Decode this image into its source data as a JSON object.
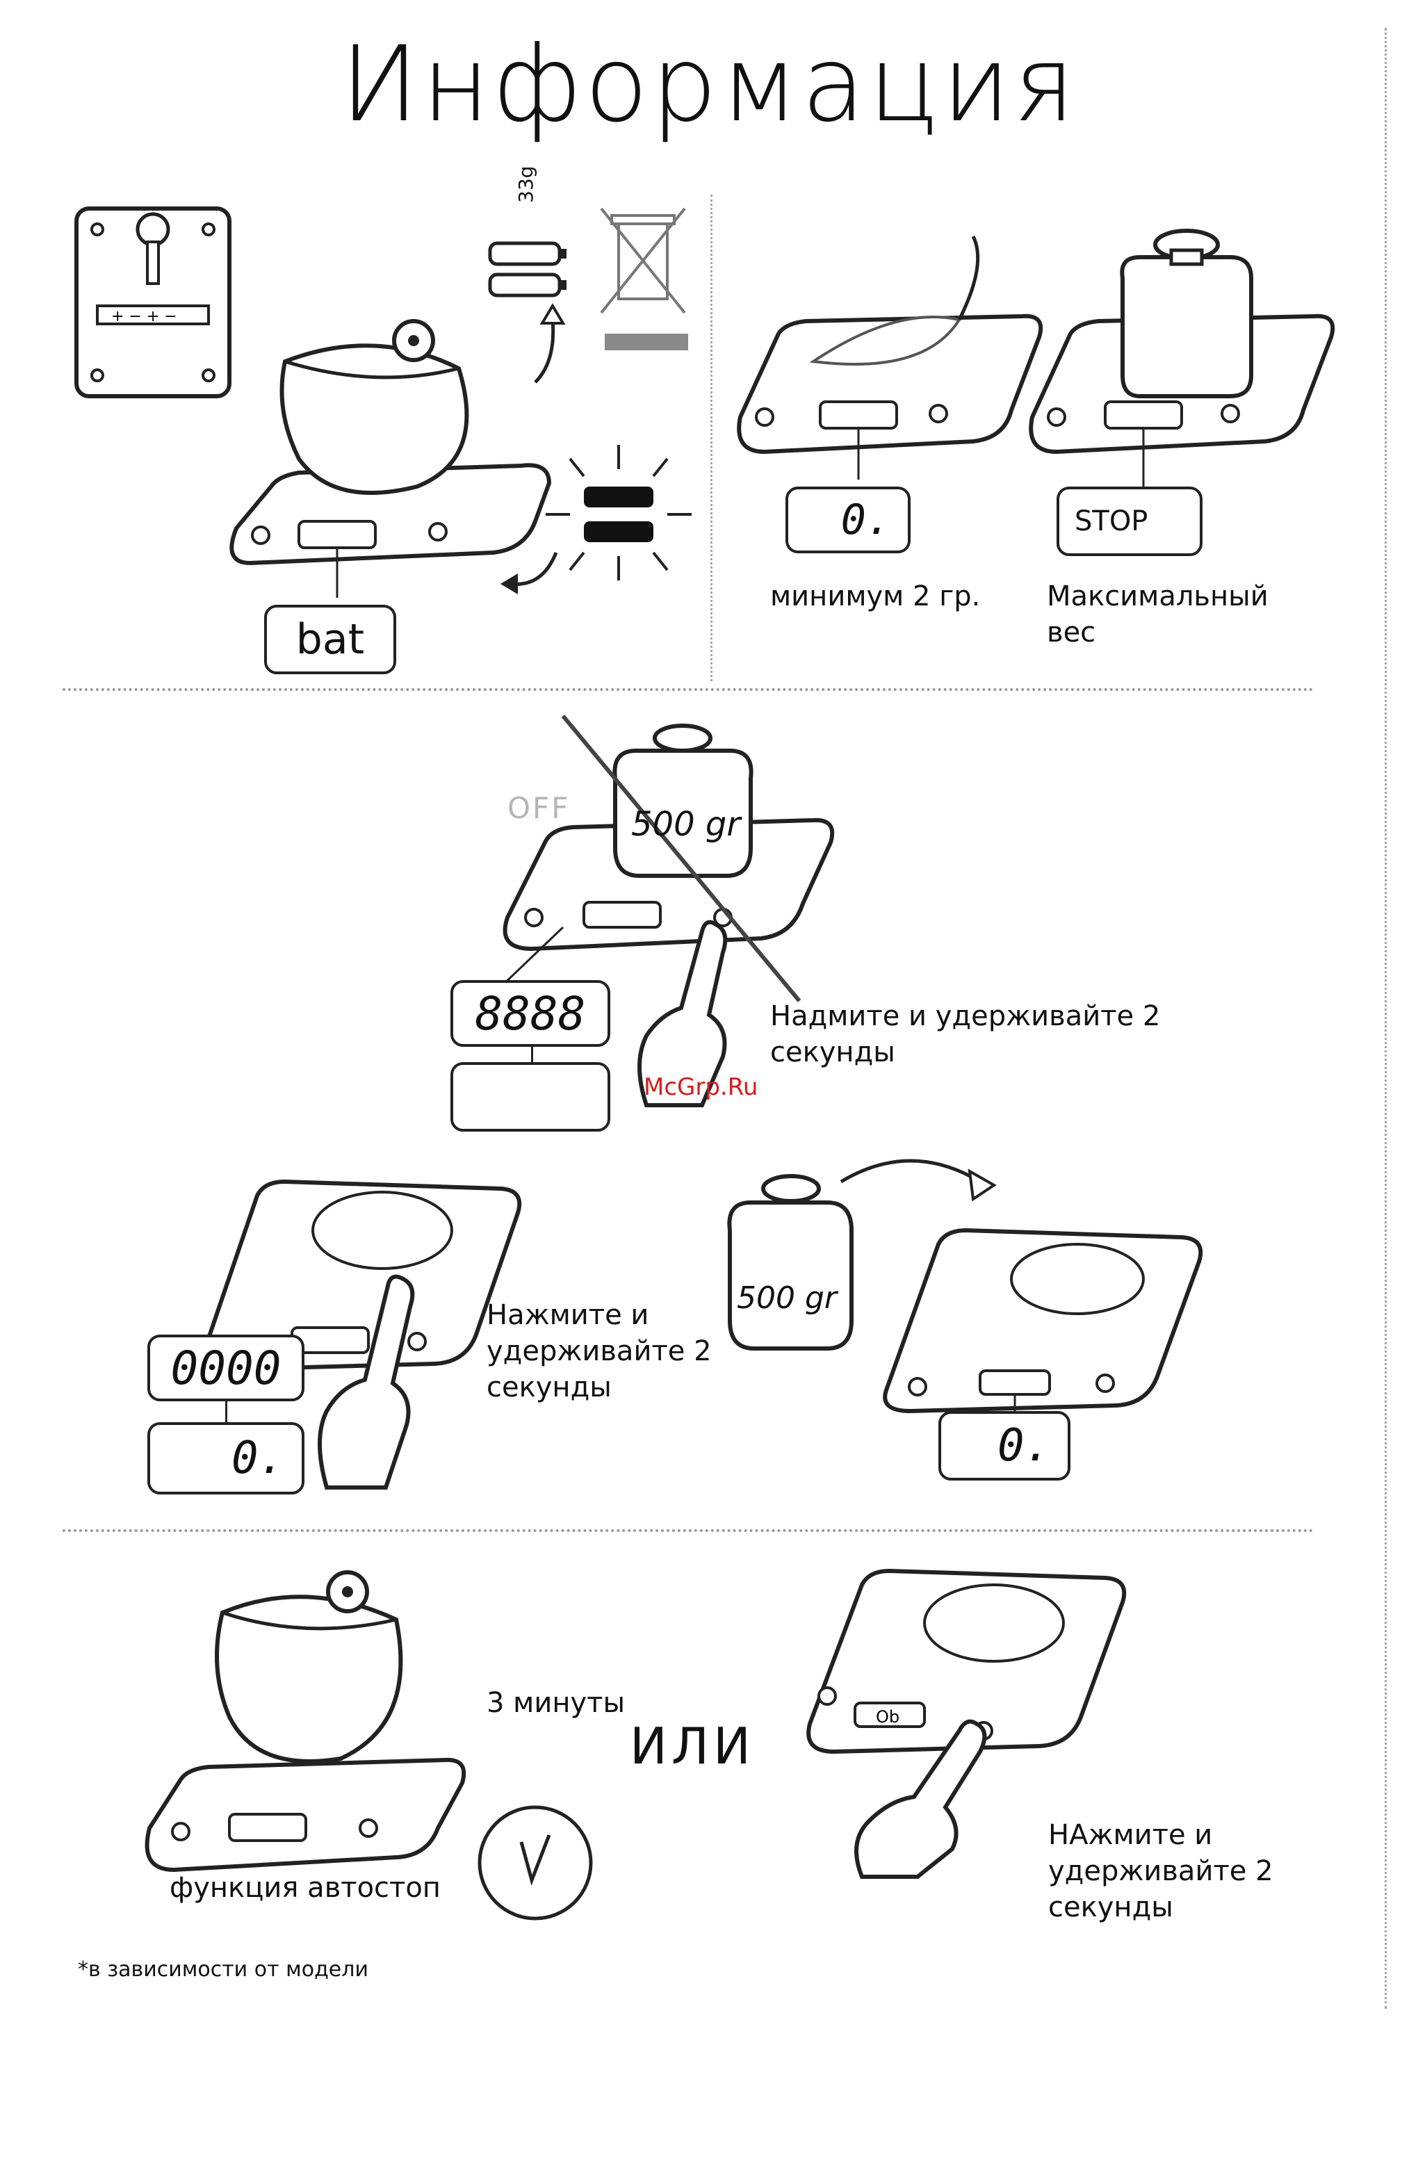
{
  "title": "Информация",
  "section1": {
    "battery_mass": "33g",
    "display_bat": "bat",
    "display_min": "0.",
    "caption_min": "минимум 2 гр.",
    "display_stop": "STOP",
    "caption_max": "Максимальный вес"
  },
  "section2": {
    "off_label": "OFF",
    "weight_label": "500 gr",
    "display_8888": "8888",
    "caption": "Надмите и удерживайте  2 секунды",
    "watermark": "McGrp.Ru"
  },
  "section3": {
    "display_0000": "0000",
    "display_zero_left": "0.",
    "caption": "Нажмите и удерживайте 2 секунды",
    "weight_label": "500 gr",
    "display_zero_right": "0."
  },
  "section4": {
    "caption_3min": "3 минуты",
    "or_label": "ИЛИ",
    "caption_autostop": "функция автостоп",
    "caption_press": "НАжмите и удерживайте 2 секунды",
    "footnote": "*в зависимости от модели"
  }
}
